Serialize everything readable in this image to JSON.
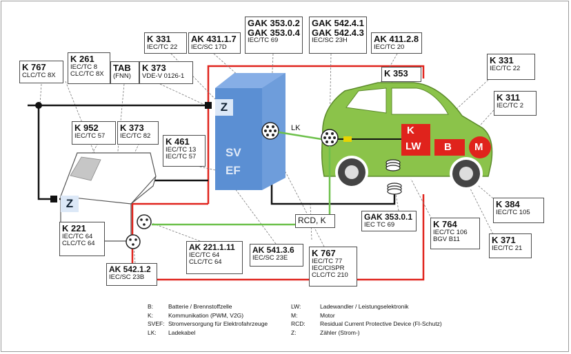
{
  "labels": {
    "k331_a": {
      "title": "K 331",
      "sub": [
        "IEC/TC 22"
      ]
    },
    "ak4311": {
      "title": "AK 431.1.7",
      "sub": [
        "IEC/SC 17D"
      ]
    },
    "gak353": {
      "title": "GAK 353.0.2",
      "title2": "GAK 353.0.4",
      "sub": [
        "IEC/TC 69"
      ]
    },
    "gak542": {
      "title": "GAK 542.4.1",
      "title2": "GAK 542.4.3",
      "sub": [
        "IEC/SC 23H"
      ]
    },
    "ak4112": {
      "title": "AK 411.2.8",
      "sub": [
        "IEC/TC 20"
      ]
    },
    "k767_a": {
      "title": "K 767",
      "sub": [
        "CLC/TC 8X"
      ]
    },
    "k261": {
      "title": "K 261",
      "sub": [
        "IEC/TC 8",
        "CLC/TC 8X"
      ]
    },
    "tab": {
      "title": "TAB",
      "sub": [
        "(FNN)"
      ]
    },
    "k373_a": {
      "title": "K 373",
      "sub": [
        "VDE-V 0126-1"
      ]
    },
    "k353": {
      "title": "K 353",
      "sub": []
    },
    "k331_b": {
      "title": "K 331",
      "sub": [
        "IEC/TC 22"
      ]
    },
    "k311": {
      "title": "K 311",
      "sub": [
        "IEC/TC 2"
      ]
    },
    "k952": {
      "title": "K 952",
      "sub": [
        "IEC/TC 57"
      ]
    },
    "k373_b": {
      "title": "K 373",
      "sub": [
        "IEC/TC 82"
      ]
    },
    "k461": {
      "title": "K 461",
      "sub": [
        "IEC/TC 13",
        "IEC/TC 57"
      ]
    },
    "k221": {
      "title": "K 221",
      "sub": [
        "IEC/TC 64",
        "CLC/TC 64"
      ]
    },
    "rcdk": {
      "title": "RCD, K",
      "sub": []
    },
    "gak3530": {
      "title": "GAK 353.0.1",
      "sub": [
        "IEC TC 69"
      ]
    },
    "k764": {
      "title": "K 764",
      "sub": [
        "IEC/TC 106",
        "BGV B11"
      ]
    },
    "k384": {
      "title": "K 384",
      "sub": [
        "IEC/TC 105"
      ]
    },
    "k371": {
      "title": "K 371",
      "sub": [
        "IEC/TC 21"
      ]
    },
    "ak5421": {
      "title": "AK 542.1.2",
      "sub": [
        "IEC/SC 23B"
      ]
    },
    "ak22111": {
      "title": "AK 221.1.11",
      "sub": [
        "IEC/TC 64",
        "CLC/TC 64"
      ]
    },
    "ak5413": {
      "title": "AK 541.3.6",
      "sub": [
        "IEC/SC 23E"
      ]
    },
    "k767_b": {
      "title": "K 767",
      "sub": [
        "IEC/TC 77",
        "IEC/CISPR",
        "CLC/TC 210"
      ]
    }
  },
  "component_labels": {
    "sv": "SV",
    "ef": "EF",
    "z": "Z",
    "lk": "LK",
    "k": "K",
    "lw": "LW",
    "b": "B",
    "m": "M"
  },
  "legend": {
    "left": [
      {
        "key": "B:",
        "value": "Batterie / Brennstoffzelle"
      },
      {
        "key": "K:",
        "value": "Kommunikation (PWM, V2G)"
      },
      {
        "key": "SVEF:",
        "value": "Stromversorgung für Elektrofahrzeuge"
      },
      {
        "key": "LK:",
        "value": "Ladekabel"
      }
    ],
    "right": [
      {
        "key": "LW:",
        "value": "Ladewandler / Leistungselektronik"
      },
      {
        "key": "M:",
        "value": "Motor"
      },
      {
        "key": "RCD:",
        "value": "Residual Current Protective Device (FI-Schutz)"
      },
      {
        "key": "Z:",
        "value": "Zähler (Strom-)"
      }
    ]
  },
  "colors": {
    "red": "#e0231c",
    "car_green": "#8bc34a",
    "station_blue": "#5b8fd3",
    "wire_green": "#6cc04a"
  }
}
